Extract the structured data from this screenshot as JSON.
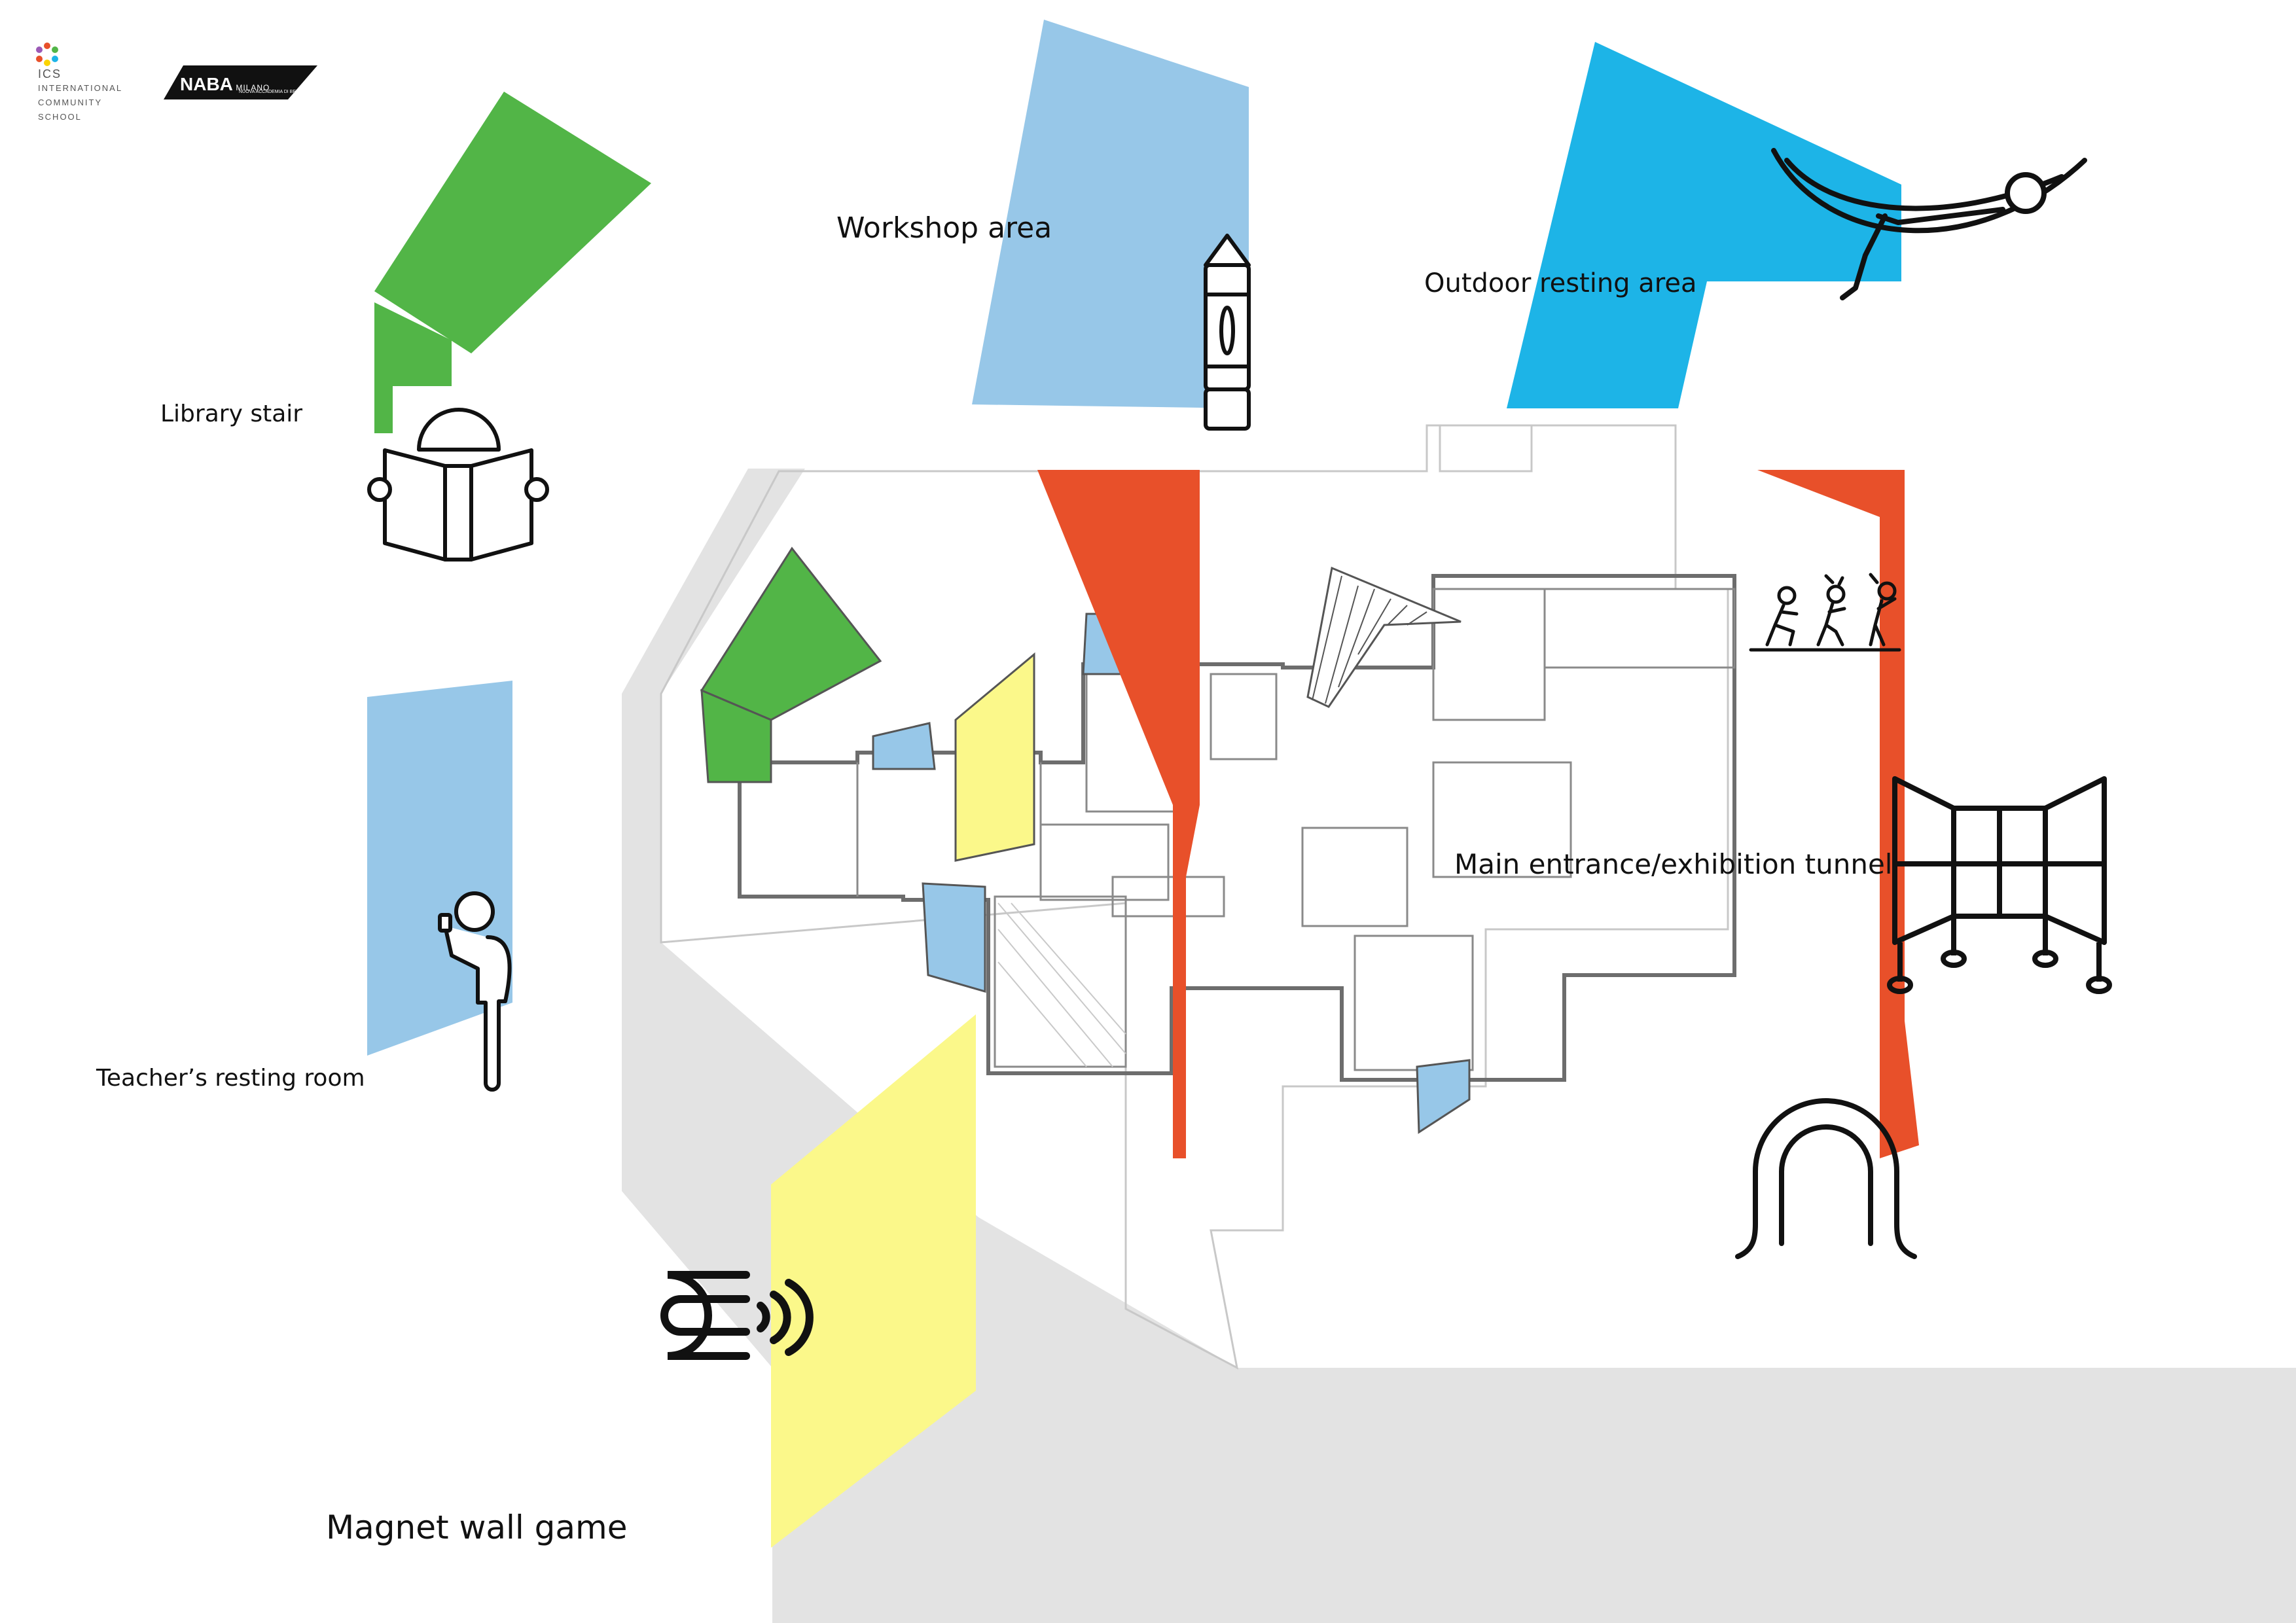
{
  "logos": {
    "ics": {
      "line1": "ICS",
      "line2": "INTERNATIONAL",
      "line3": "COMMUNITY",
      "line4": "SCHOOL"
    },
    "naba": {
      "name": "NABA",
      "city": "MILANO",
      "sub": "NUOVA ACCADEMIA DI BELLE ARTI"
    }
  },
  "areas": {
    "library": {
      "label": "Library stair",
      "color": "#52b547",
      "icon": "reading-person-icon"
    },
    "workshop": {
      "label": "Workshop area",
      "color": "#97c7e8",
      "icon": "crayon-icon"
    },
    "outdoor": {
      "label": "Outdoor resting area",
      "color": "#1db4e7",
      "icon": "hammock-icon"
    },
    "teacher": {
      "label": "Teacher’s resting room",
      "color": "#97c7e8",
      "icon": "person-with-phone-icon"
    },
    "entrance": {
      "label": "Main entrance/exhibition tunnel",
      "color": "#e8502a",
      "icons": [
        "running-children-icon",
        "exhibition-panels-icon",
        "tunnel-arch-icon"
      ]
    },
    "magnet": {
      "label": "Magnet wall game",
      "color": "#fbf88a",
      "icon": "magnet-icon"
    }
  },
  "floorplan": {
    "walls": "#999999",
    "ground": "#e3e3e3"
  }
}
